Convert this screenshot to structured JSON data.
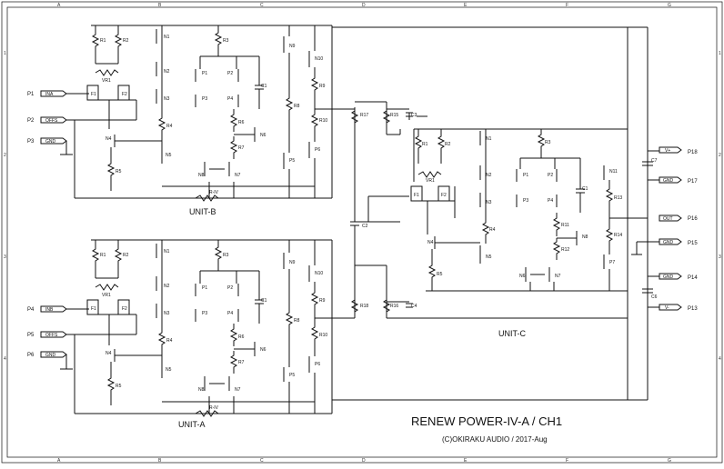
{
  "title": "RENEW POWER-IV-A / CH1",
  "subtitle": "(C)OKIRAKU AUDIO / 2017-Aug",
  "grid": {
    "columns": [
      "A",
      "B",
      "C",
      "D",
      "E",
      "F",
      "G"
    ],
    "rows": [
      "1",
      "2",
      "3",
      "4"
    ]
  },
  "units": {
    "b": "UNIT-B",
    "a": "UNIT-A",
    "c": "UNIT-C"
  },
  "ports_left": [
    {
      "pin": "P1",
      "label": "INA"
    },
    {
      "pin": "P2",
      "label": "OFFS"
    },
    {
      "pin": "P3",
      "label": "GND"
    },
    {
      "pin": "P4",
      "label": "INB"
    },
    {
      "pin": "P5",
      "label": "OFFS"
    },
    {
      "pin": "P6",
      "label": "GND"
    }
  ],
  "ports_right": [
    {
      "pin": "P18",
      "label": "V+"
    },
    {
      "pin": "P17",
      "label": "GND"
    },
    {
      "pin": "P16",
      "label": "OUT"
    },
    {
      "pin": "P15",
      "label": "GND"
    },
    {
      "pin": "P14",
      "label": "GND"
    },
    {
      "pin": "P13",
      "label": "V-"
    }
  ],
  "unit_labels": {
    "vr": "VR1",
    "riv": "R-IV",
    "c1": "C1",
    "c2": "C2",
    "c3": "C3",
    "c4": "C4",
    "c6": "C6",
    "c7": "C7",
    "r15": "R15",
    "r16": "R16",
    "r17": "R17",
    "r18": "R18"
  }
}
